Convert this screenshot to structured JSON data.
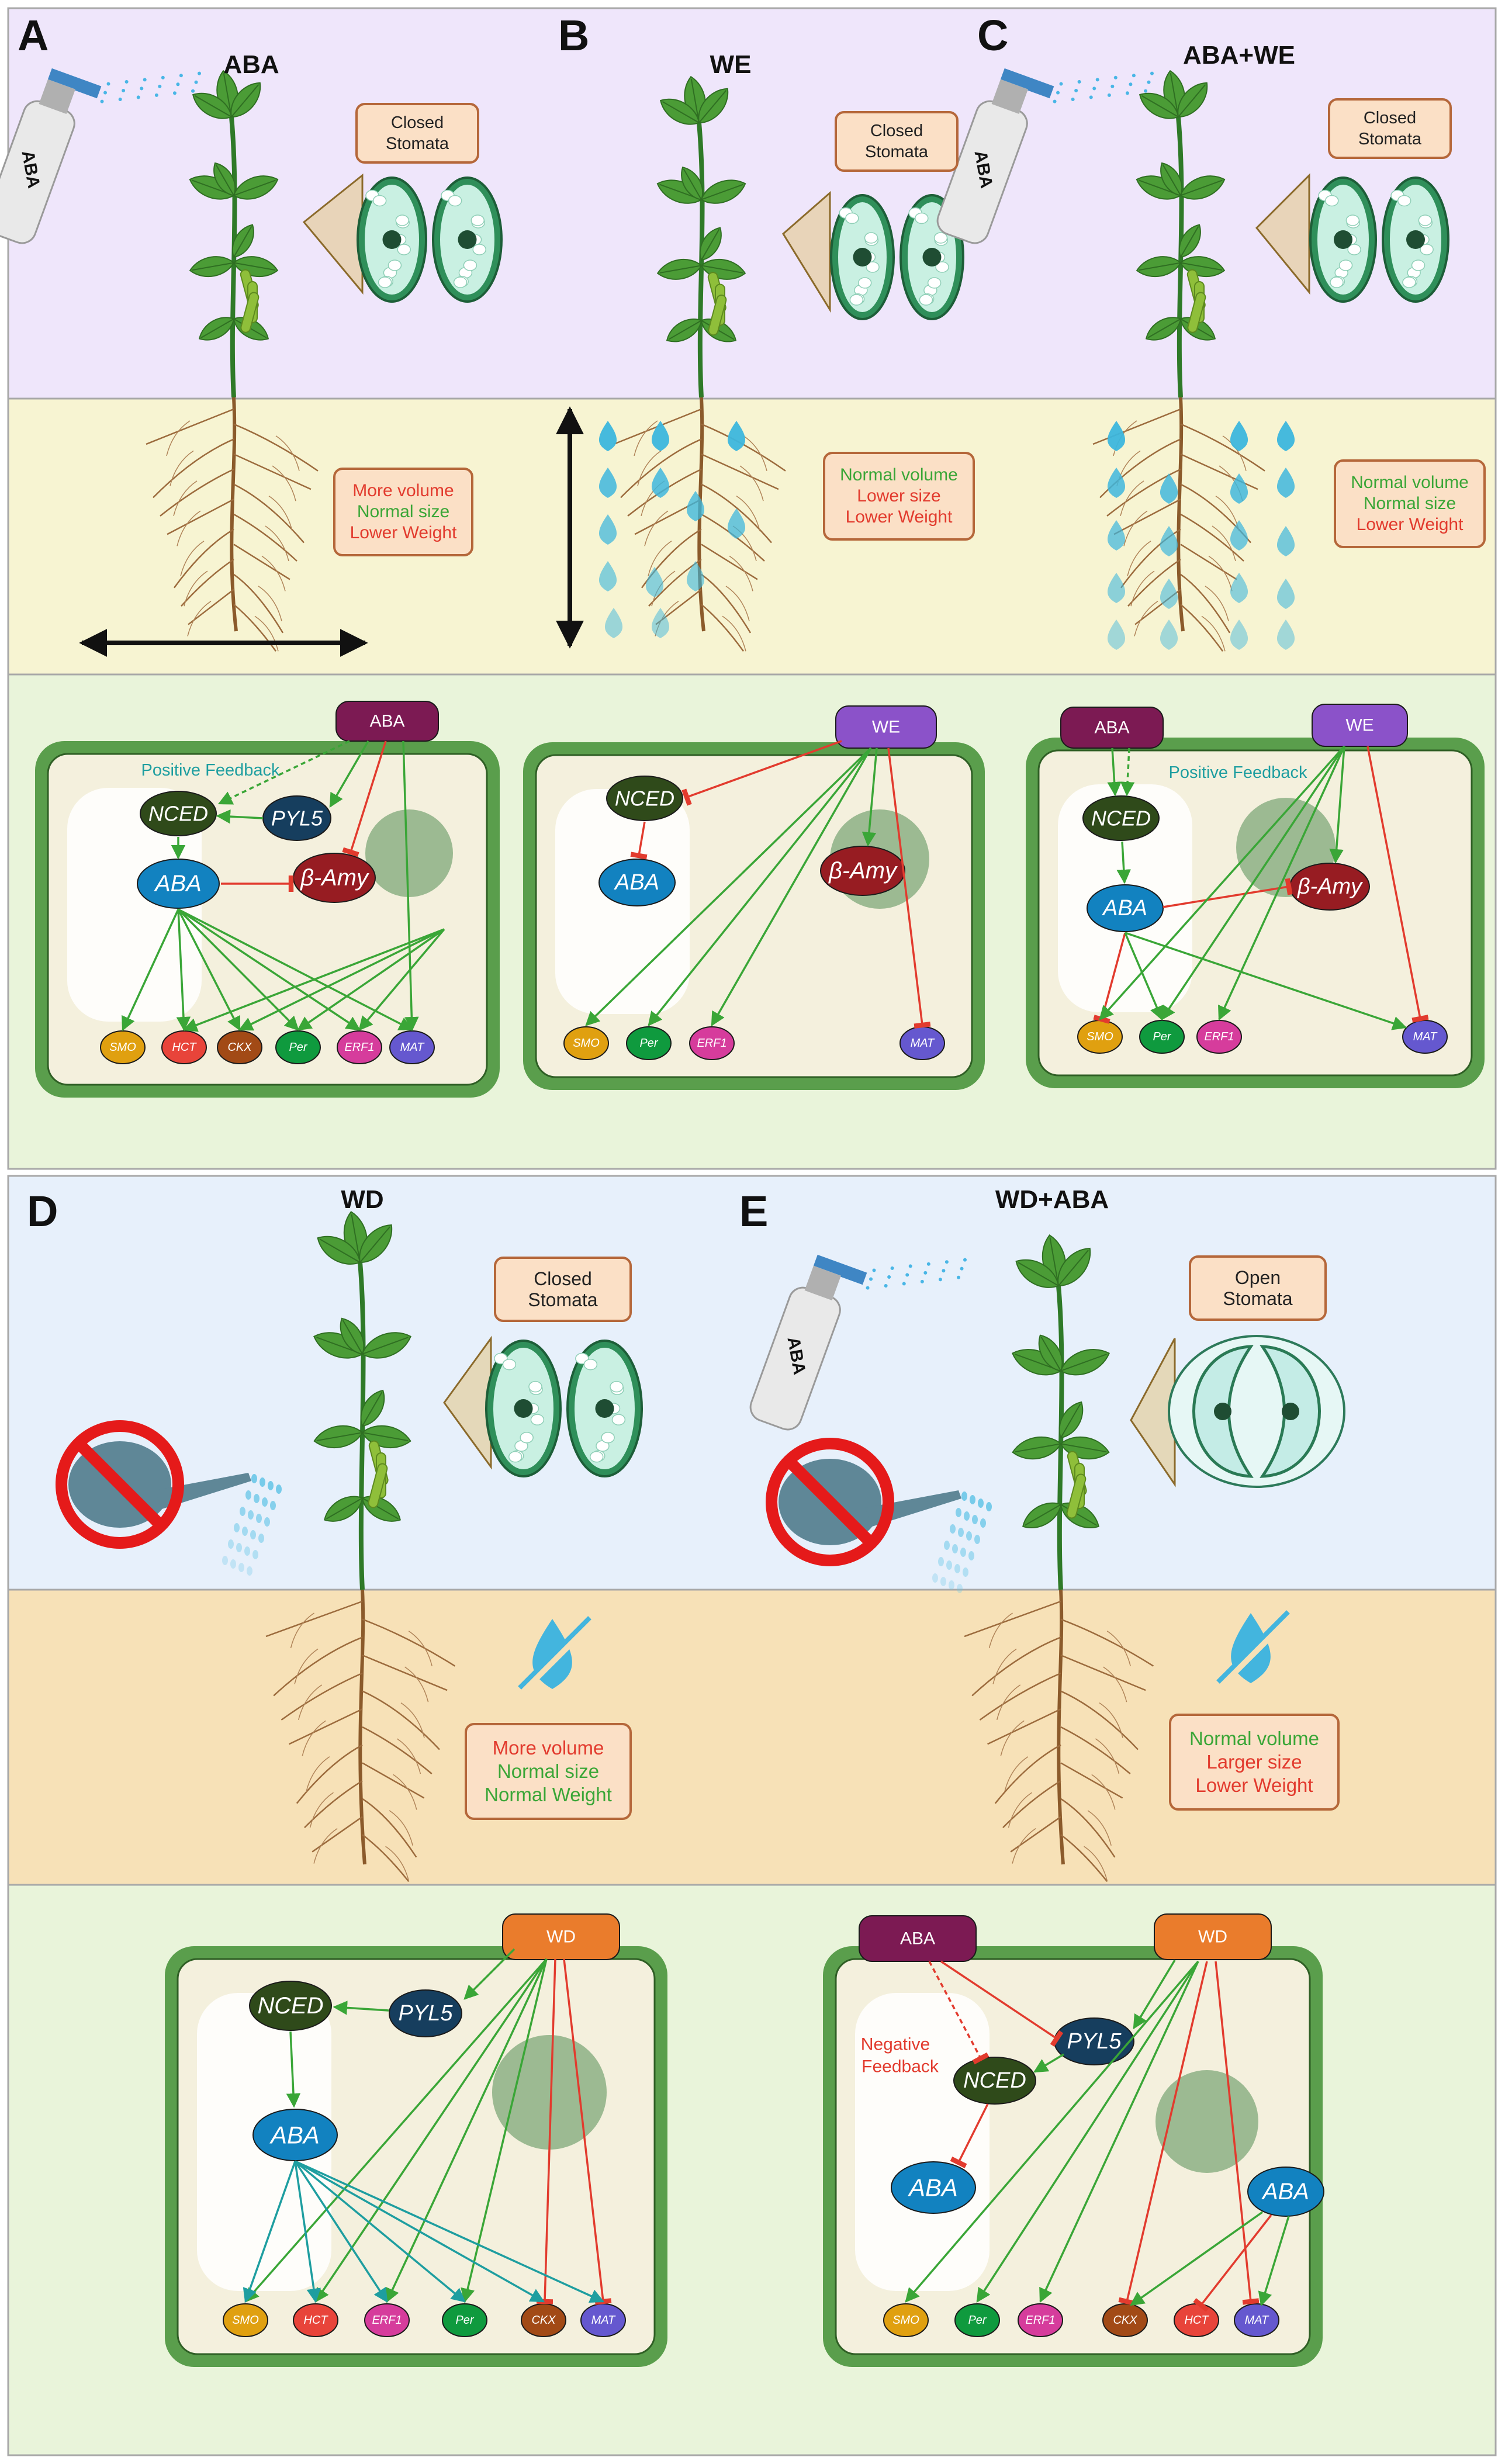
{
  "colors": {
    "top_band": "#efe6fb",
    "soil_band": "#f7f4d2",
    "cell_band": "#e9f4da",
    "wd_top_band": "#e7f0fb",
    "wd_soil_band": "#f7e1b7",
    "cell_border": "#5a9e4c",
    "cell_fill": "#f4f0dd",
    "green_arrow": "#3aa637",
    "red_arrow": "#e23b2e",
    "teal_arrow": "#1e9ea0",
    "water": "#3cb6dd"
  },
  "panels": [
    {
      "label": "A",
      "title": "ABA",
      "stomata": "Closed\nStomata",
      "root_notes": [
        {
          "text": "More volume",
          "color": "red"
        },
        {
          "text": "Normal size",
          "color": "green"
        },
        {
          "text": "Lower Weight",
          "color": "red"
        }
      ],
      "signals": [
        "ABA"
      ],
      "feedback": "Positive Feedback",
      "nodes": [
        "NCED",
        "PYL5",
        "ABA",
        "β-Amy"
      ],
      "genes": [
        "SMO",
        "HCT",
        "CKX",
        "Per",
        "ERF1",
        "MAT"
      ]
    },
    {
      "label": "B",
      "title": "WE",
      "stomata": "Closed\nStomata",
      "root_notes": [
        {
          "text": "Normal volume",
          "color": "green"
        },
        {
          "text": "Lower size",
          "color": "red"
        },
        {
          "text": "Lower Weight",
          "color": "red"
        }
      ],
      "signals": [
        "WE"
      ],
      "nodes": [
        "NCED",
        "ABA",
        "β-Amy"
      ],
      "genes": [
        "SMO",
        "Per",
        "ERF1",
        "MAT"
      ]
    },
    {
      "label": "C",
      "title": "ABA+WE",
      "stomata": "Closed\nStomata",
      "root_notes": [
        {
          "text": "Normal volume",
          "color": "green"
        },
        {
          "text": "Normal size",
          "color": "green"
        },
        {
          "text": "Lower Weight",
          "color": "red"
        }
      ],
      "signals": [
        "ABA",
        "WE"
      ],
      "feedback": "Positive Feedback",
      "nodes": [
        "NCED",
        "ABA",
        "β-Amy"
      ],
      "genes": [
        "SMO",
        "Per",
        "ERF1",
        "MAT"
      ]
    },
    {
      "label": "D",
      "title": "WD",
      "stomata": "Closed\nStomata",
      "root_notes": [
        {
          "text": "More volume",
          "color": "red"
        },
        {
          "text": "Normal size",
          "color": "green"
        },
        {
          "text": "Normal Weight",
          "color": "green"
        }
      ],
      "signals": [
        "WD"
      ],
      "nodes": [
        "NCED",
        "PYL5",
        "ABA"
      ],
      "genes": [
        "SMO",
        "HCT",
        "ERF1",
        "Per",
        "CKX",
        "MAT"
      ]
    },
    {
      "label": "E",
      "title": "WD+ABA",
      "stomata": "Open\nStomata",
      "root_notes": [
        {
          "text": "Normal volume",
          "color": "green"
        },
        {
          "text": "Larger size",
          "color": "red"
        },
        {
          "text": "Lower Weight",
          "color": "red"
        }
      ],
      "signals": [
        "ABA",
        "WD"
      ],
      "feedback": "Negative\nFeedback",
      "nodes": [
        "PYL5",
        "NCED",
        "ABA",
        "ABA"
      ],
      "genes": [
        "SMO",
        "Per",
        "ERF1",
        "CKX",
        "HCT",
        "MAT"
      ]
    }
  ],
  "spray_label": "ABA"
}
